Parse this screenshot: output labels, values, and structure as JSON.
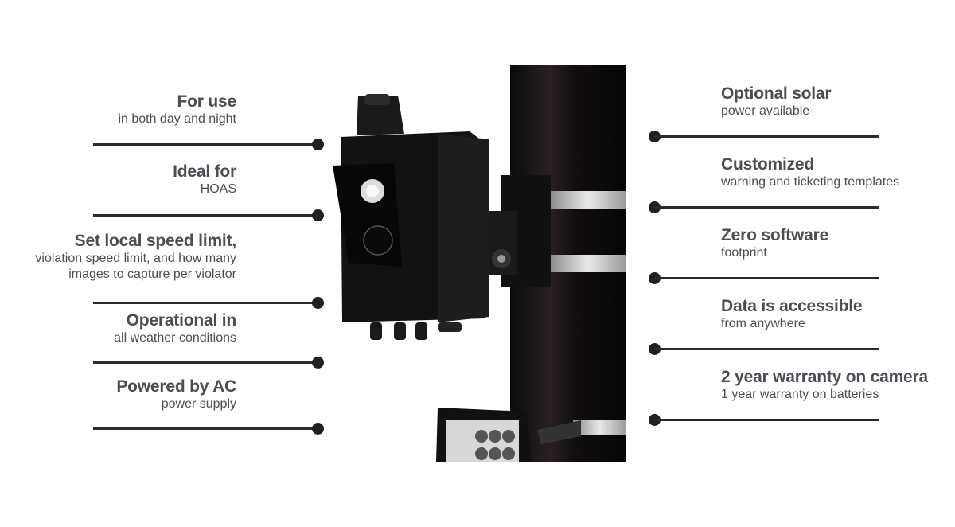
{
  "left_features": [
    {
      "title": "For use",
      "subtitle": [
        "in both day and night"
      ]
    },
    {
      "title": "Ideal for",
      "subtitle": [
        "HOAS"
      ]
    },
    {
      "title": "Set local speed limit,",
      "subtitle": [
        "violation speed limit, and how many ",
        "images to capture per violator"
      ]
    },
    {
      "title": "Operational in",
      "subtitle": [
        "all weather conditions"
      ]
    },
    {
      "title": "Powered by AC",
      "subtitle": [
        "power supply"
      ]
    }
  ],
  "right_features": [
    {
      "title": "Optional solar",
      "subtitle": [
        "power available"
      ]
    },
    {
      "title": "Customized",
      "subtitle": [
        "warning and ticketing templates"
      ]
    },
    {
      "title": "Zero software",
      "subtitle": [
        "footprint"
      ]
    },
    {
      "title": "Data is accessible",
      "subtitle": [
        "from anywhere"
      ]
    },
    {
      "title": "2 year warranty on camera",
      "subtitle": [
        "1 year warranty on batteries"
      ]
    }
  ],
  "colors": {
    "text": "#4a4d56",
    "line": "#2a2a2e"
  }
}
